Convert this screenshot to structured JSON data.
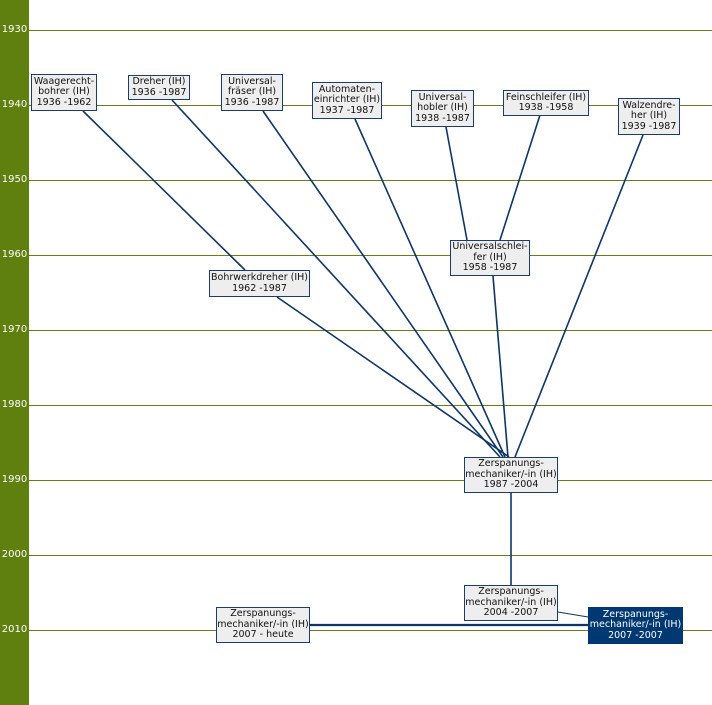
{
  "years": [
    "1930",
    "1940",
    "1950",
    "1960",
    "1970",
    "1980",
    "1990",
    "2000",
    "2010"
  ],
  "nodes": {
    "waagerecht": {
      "l1": "Waagerecht-",
      "l2": "bohrer (IH)",
      "l3": "1936 -1962"
    },
    "dreher": {
      "l1": "Dreher (IH)",
      "l2": "1936 -1987"
    },
    "fraeser": {
      "l1": "Universal-",
      "l2": "fräser (IH)",
      "l3": "1936 -1987"
    },
    "automaten": {
      "l1": "Automaten-",
      "l2": "einrichter (IH)",
      "l3": "1937 -1987"
    },
    "hobler": {
      "l1": "Universal-",
      "l2": "hobler (IH)",
      "l3": "1938 -1987"
    },
    "feinschleifer": {
      "l1": "Feinschleifer (IH)",
      "l2": "1938 -1958"
    },
    "walzendreher": {
      "l1": "Walzendre-",
      "l2": "her (IH)",
      "l3": "1939 -1987"
    },
    "universalschleifer": {
      "l1": "Universalschlei-",
      "l2": "fer (IH)",
      "l3": "1958 -1987"
    },
    "bohrwerk": {
      "l1": "Bohrwerkdreher (IH)",
      "l2": "1962 -1987"
    },
    "zer1987": {
      "l1": "Zerspanungs-",
      "l2": "mechaniker/-in (IH)",
      "l3": "1987 -2004"
    },
    "zer2004": {
      "l1": "Zerspanungs-",
      "l2": "mechaniker/-in (IH)",
      "l3": "2004 -2007"
    },
    "zerheute": {
      "l1": "Zerspanungs-",
      "l2": "mechaniker/-in (IH)",
      "l3": "2007 - heute"
    },
    "zer2007": {
      "l1": "Zerspanungs-",
      "l2": "mechaniker/-in (IH)",
      "l3": "2007 -2007"
    }
  },
  "colors": {
    "axis": "#5f7f0f",
    "line": "#1b3d6e",
    "selected": "#003872"
  }
}
